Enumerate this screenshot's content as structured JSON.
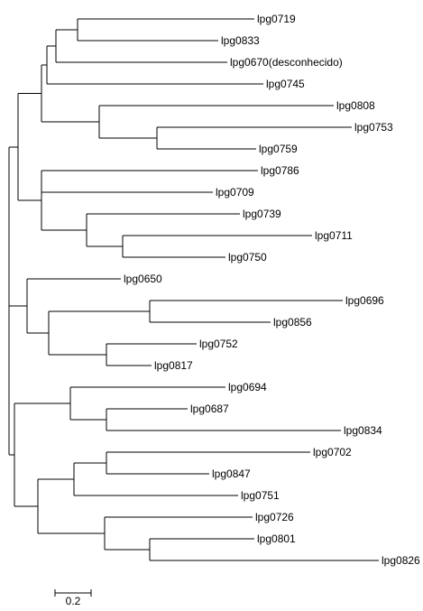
{
  "tree": {
    "leaves": [
      "lpg0719",
      "lpg0833",
      "lpg0670(desconhecido)",
      "lpg0745",
      "lpg0808",
      "lpg0753",
      "lpg0759",
      "lpg0786",
      "lpg0709",
      "lpg0739",
      "lpg0711",
      "lpg0750",
      "lpg0650",
      "lpg0696",
      "lpg0856",
      "lpg0752",
      "lpg0817",
      "lpg0694",
      "lpg0687",
      "lpg0834",
      "lpg0702",
      "lpg0847",
      "lpg0751",
      "lpg0726",
      "lpg0801",
      "lpg0826"
    ],
    "newick": "((((((lpg0719:0.98,lpg0833:0.78):0.12,lpg0670(desconhecido):0.95):0.05,lpg0745:1.2):0.03,(lpg0808:1.3,(lpg0753:1.08,lpg0759:0.55):0.32):0.32):0.13,(lpg0786:1.2,lpg0709:0.95,(lpg0739:0.85,(lpg0711:1.05,lpg0750:0.57):0.2):0.25):0.13):0.05,(lpg0650:0.52,((lpg0696:1.07,lpg0856:0.67):0.56,(lpg0752:0.5,lpg0817:0.25):0.32):0.12):0.1,((lpg0694:0.86,(lpg0687:0.45,lpg0834:1.3):0.2):0.31,(((lpg0702:1.13,lpg0847:0.57):0.18,lpg0751:0.91):0.2,(lpg0726:0.82,(lpg0801:0.58,lpg0826:1.27):0.25):0.37):0.13):0.03);"
  },
  "scale_bar": {
    "label": "0.2",
    "value": 0.2
  }
}
